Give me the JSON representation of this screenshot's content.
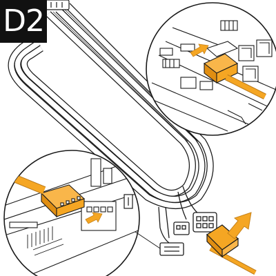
{
  "step": {
    "label": "D2"
  },
  "colors": {
    "accent": "#f5a623",
    "accent_light": "#f9b64a",
    "line": "#1a1a1a",
    "background": "#ffffff",
    "badge": "#111111"
  },
  "icons": {
    "insertion_arrow": "arrow-up-left",
    "callout_top": "magnifier-circle-detail",
    "callout_bottom": "magnifier-circle-detail"
  }
}
